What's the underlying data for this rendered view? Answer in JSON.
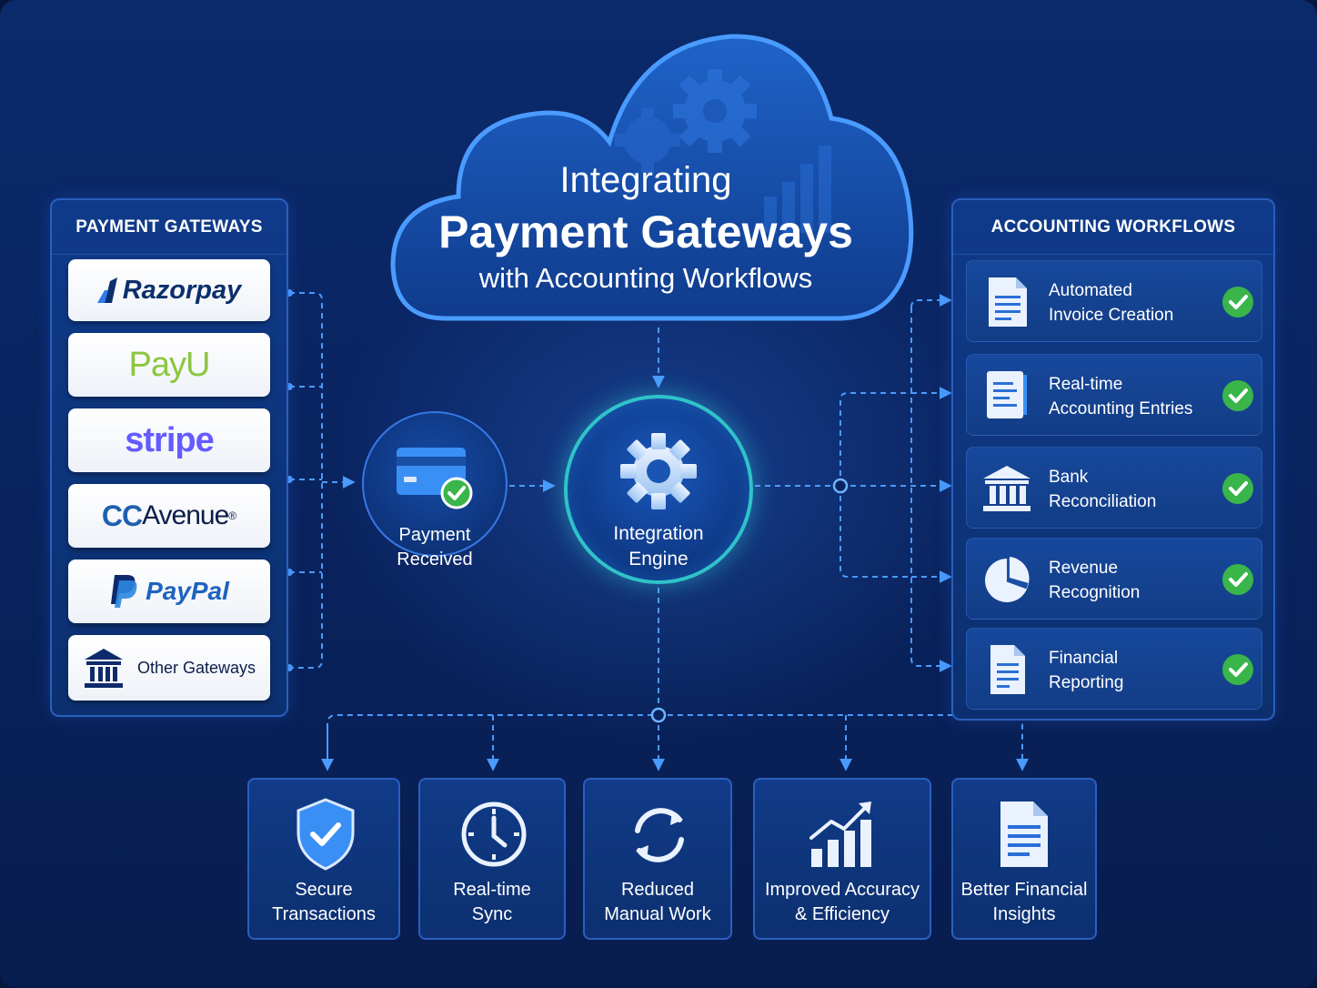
{
  "title": {
    "line1": "Integrating",
    "line2": "Payment Gateways",
    "line3": "with Accounting Workflows"
  },
  "payment_gateways": {
    "header": "PAYMENT GATEWAYS",
    "items": [
      {
        "label": "Razorpay",
        "color": "#0b2f6b",
        "accent": "#2d7bf0"
      },
      {
        "label": "PayU",
        "color": "#8cc63f"
      },
      {
        "label": "stripe",
        "color": "#635bff"
      },
      {
        "label": "CC",
        "label_rest": "Avenue",
        "mark": "®",
        "color": "#1f5faf",
        "accent": "#e0312d"
      },
      {
        "label": "PayPal",
        "color": "#1d63c0",
        "accent": "#0e2a6b"
      },
      {
        "label": "Other Gateways",
        "color": "#0b1e4a"
      }
    ]
  },
  "payment_node": {
    "label_line1": "Payment",
    "label_line2": "Received"
  },
  "engine_node": {
    "label_line1": "Integration",
    "label_line2": "Engine"
  },
  "accounting_workflows": {
    "header": "ACCOUNTING WORKFLOWS",
    "items": [
      {
        "line1": "Automated",
        "line2": "Invoice Creation",
        "icon": "document-icon"
      },
      {
        "line1": "Real-time",
        "line2": "Accounting Entries",
        "icon": "ledger-icon"
      },
      {
        "line1": "Bank",
        "line2": "Reconciliation",
        "icon": "bank-icon"
      },
      {
        "line1": "Revenue",
        "line2": "Recognition",
        "icon": "pie-chart-icon"
      },
      {
        "line1": "Financial",
        "line2": "Reporting",
        "icon": "report-icon"
      }
    ]
  },
  "benefits": [
    {
      "line1": "Secure",
      "line2": "Transactions",
      "icon": "shield-check-icon"
    },
    {
      "line1": "Real-time",
      "line2": "Sync",
      "icon": "clock-icon"
    },
    {
      "line1": "Reduced",
      "line2": "Manual Work",
      "icon": "sync-arrows-icon"
    },
    {
      "line1": "Improved Accuracy",
      "line2": "& Efficiency",
      "icon": "growth-chart-icon"
    },
    {
      "line1": "Better Financial",
      "line2": "Insights",
      "icon": "insights-document-icon"
    }
  ],
  "colors": {
    "background": "#0a2460",
    "wire": "#4a9bff",
    "engine_ring": "#2fc3c9",
    "check": "#39b54a"
  }
}
